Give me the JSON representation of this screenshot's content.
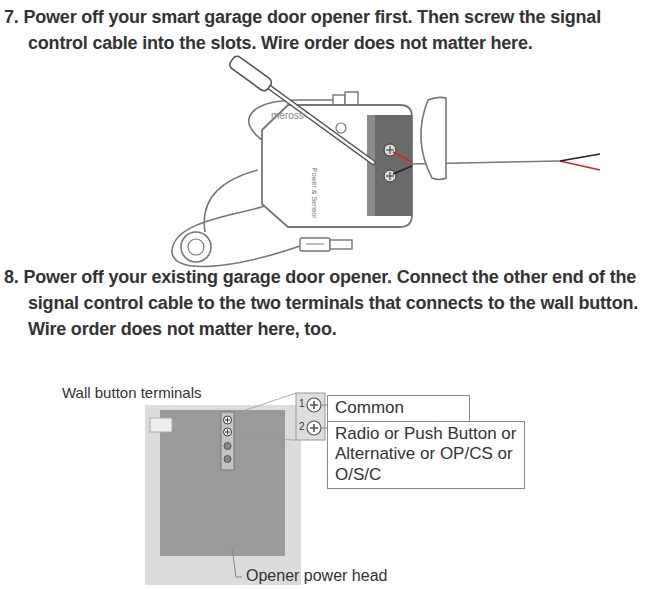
{
  "diagram": {
    "nodes": [
      {
        "text": [
          "Common"
        ]
      },
      {
        "text": [
          "Radio or Push Button or Alternative or OP/CS or O/S/C"
        ]
      }
    ],
    "labels": [
      "7. Power off your smart garage door opener first. Then screw the signal control cable into the slots. Wire order does not matter here.",
      "meross",
      "Power & Sensor",
      "8. Power off your existing garage door opener. Connect the other end of the signal control cable to the two terminals that connects to the wall button. Wire order does not matter here, too.",
      "Wall button terminals",
      "1",
      "2",
      "Opener power head"
    ]
  }
}
